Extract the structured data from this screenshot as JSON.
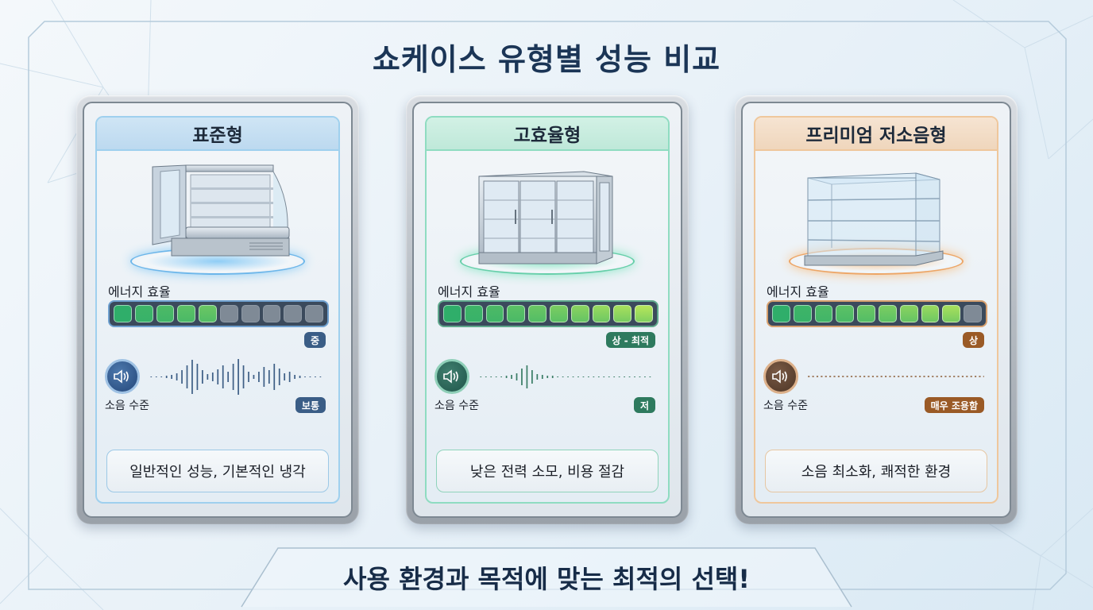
{
  "title": "쇼케이스 유형별 성능 비교",
  "footer": "사용 환경과 목적에 맞는 최적의 선택!",
  "energy_label": "에너지 효율",
  "noise_label": "소음 수준",
  "meter_segments_total": 10,
  "cards": [
    {
      "id": "standard",
      "name": "표준형",
      "product_icon": "open-multideck-showcase-icon",
      "energy_level": 5,
      "energy_badge": "중",
      "noise_badge": "보통",
      "noise_wave": "medium",
      "description": "일반적인 성능, 기본적인 냉각",
      "accent_color": "#3a5d86"
    },
    {
      "id": "efficient",
      "name": "고효율형",
      "product_icon": "glass-door-showcase-icon",
      "energy_level": 10,
      "energy_badge": "상 - 최적",
      "noise_badge": "저",
      "noise_wave": "low",
      "description": "낮은 전력 소모, 비용 절감",
      "accent_color": "#2e7a5e"
    },
    {
      "id": "premium",
      "name": "프리미엄 저소음형",
      "product_icon": "glass-cube-showcase-icon",
      "energy_level": 9,
      "energy_badge": "상",
      "noise_badge": "매우 조용함",
      "noise_wave": "flat",
      "description": "소음 최소화, 쾌적한 환경",
      "accent_color": "#9a5a26"
    }
  ],
  "colors": {
    "segment_on_start": "#2fae6a",
    "segment_on_end": "#b7e65a",
    "segment_off": "#7f8a96",
    "title_text": "#1b3556"
  }
}
